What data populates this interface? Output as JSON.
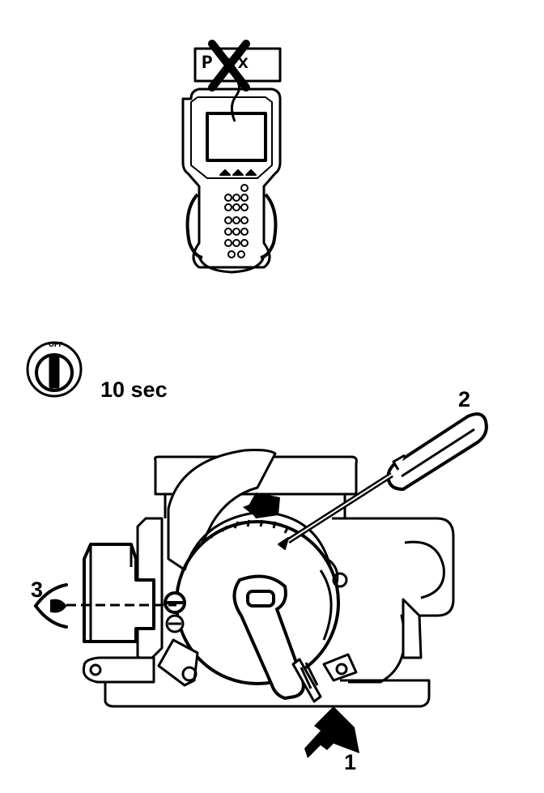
{
  "scan_tool": {
    "display_code": "P xx",
    "icon": "diagnostic-scan-tool-icon"
  },
  "ignition": {
    "switch_label": "OFF",
    "duration_label": "10 sec",
    "icon": "ignition-switch-icon"
  },
  "callouts": {
    "one": "1",
    "two": "2",
    "three": "3"
  },
  "icons": {
    "screwdriver": "screwdriver-icon",
    "eye": "eye-icon",
    "arrow": "arrow-icon",
    "throttle_body": "throttle-body-icon"
  }
}
